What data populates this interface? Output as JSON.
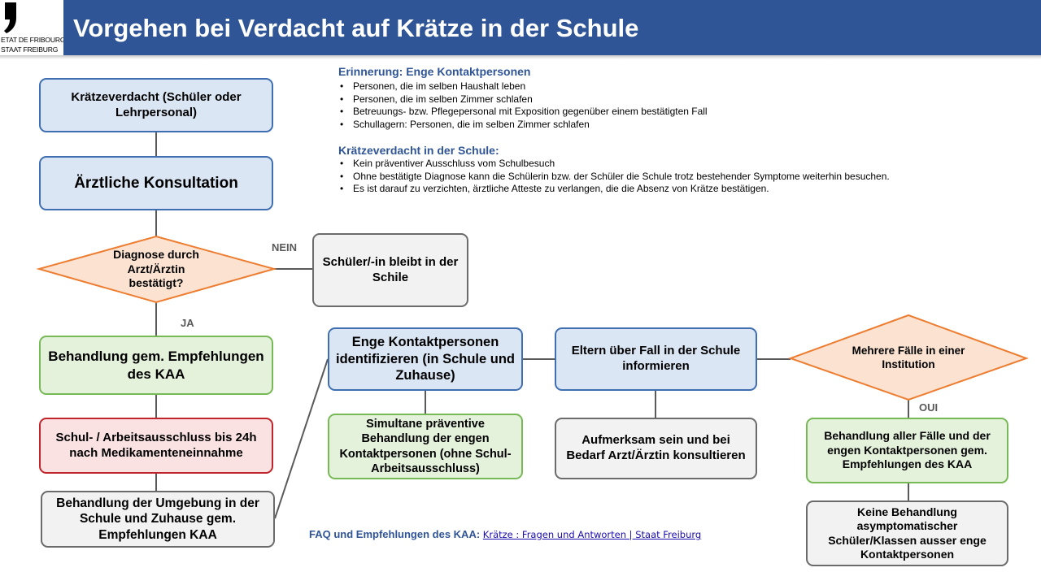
{
  "header": {
    "logo_line1": "ETAT DE FRIBOURG",
    "logo_line2": "STAAT FREIBURG",
    "title": "Vorgehen bei Verdacht auf Krätze in der Schule"
  },
  "notes": {
    "contacts_heading": "Erinnerung: Enge Kontaktpersonen",
    "contacts_items": [
      "Personen, die im selben Haushalt leben",
      "Personen, die im selben Zimmer schlafen",
      "Betreuungs- bzw. Pflegepersonal mit Exposition gegenüber einem bestätigten Fall",
      "Schullagern: Personen, die im selben Zimmer schlafen"
    ],
    "school_heading": "Krätzeverdacht in der Schule:",
    "school_items": [
      "Kein präventiver Ausschluss vom Schulbesuch",
      "Ohne bestätigte Diagnose kann die Schülerin bzw. der Schüler die Schule trotz bestehender Symptome weiterhin besuchen.",
      "Es ist darauf zu verzichten, ärztliche Atteste zu verlangen, die die Absenz von Krätze bestätigen."
    ]
  },
  "flow": {
    "suspicion": "Krätzeverdacht (Schüler oder Lehrpersonal)",
    "consultation": "Ärztliche Konsultation",
    "diagnosis": "Diagnose durch Arzt/Ärztin bestätigt?",
    "nein": "NEIN",
    "stays": "Schüler/-in bleibt in der Schile",
    "ja": "JA",
    "treatment": "Behandlung gem. Empfehlungen des KAA",
    "exclusion": "Schul- / Arbeitsausschluss bis 24h nach Medikamenteneinnahme",
    "environment": "Behandlung der Umgebung in der Schule und Zuhause gem. Empfehlungen KAA",
    "identify": "Enge Kontaktpersonen identifizieren (in Schule und Zuhause)",
    "preventive": "Simultane präventive Behandlung der engen Kontaktpersonen (ohne Schul- Arbeitsausschluss)",
    "parents": "Eltern über Fall in der Schule informieren",
    "attentive": "Aufmerksam sein und bei Bedarf Arzt/Ärztin konsultieren",
    "multiple": "Mehrere Fälle in einer Institution",
    "oui": "OUI",
    "treat_all": "Behandlung aller Fälle und der engen Kontaktpersonen gem. Empfehlungen des KAA",
    "no_treat": "Keine Behandlung asymptomatischer Schüler/Klassen ausser enge Kontaktpersonen"
  },
  "faq": {
    "label": "FAQ und Empfehlungen des KAA:",
    "link": "Krätze : Fragen und Antworten | Staat Freiburg"
  },
  "colors": {
    "header": "#2f5597",
    "blue_fill": "#dbe6f4",
    "green_fill": "#e4f1db",
    "red_fill": "#fbe2e2",
    "gray_fill": "#f2f2f2",
    "diamond_fill": "#fce3d1",
    "diamond_stroke": "#ed7d31"
  }
}
